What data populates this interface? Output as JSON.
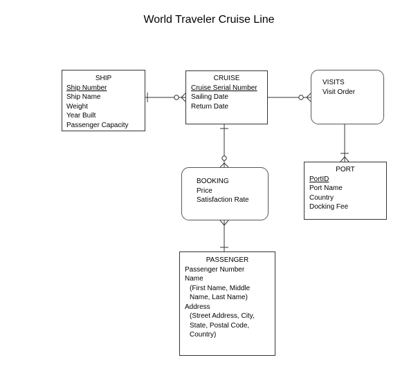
{
  "title": "World Traveler Cruise Line",
  "entities": {
    "ship": {
      "name": "SHIP",
      "key": "Ship Number",
      "attrs": [
        "Ship Name",
        "Weight",
        "Year Built",
        "Passenger Capacity"
      ]
    },
    "cruise": {
      "name": "CRUISE",
      "key": "Cruise Serial Number",
      "attrs": [
        "Sailing Date",
        "Return Date"
      ]
    },
    "visits": {
      "name": "VISITS",
      "attrs": [
        "Visit Order"
      ]
    },
    "port": {
      "name": "PORT",
      "key": "PortID",
      "attrs": [
        "Port Name",
        "Country",
        "Docking Fee"
      ]
    },
    "booking": {
      "name": "BOOKING",
      "attrs": [
        "Price",
        "Satisfaction Rate"
      ]
    },
    "passenger": {
      "name": "PASSENGER",
      "attrs": [
        "Passenger Number",
        "Name",
        "(First Name, Middle",
        "Name, Last Name)",
        "Address",
        "(Street Address, City,",
        "State, Postal Code,",
        "Country)"
      ]
    }
  }
}
